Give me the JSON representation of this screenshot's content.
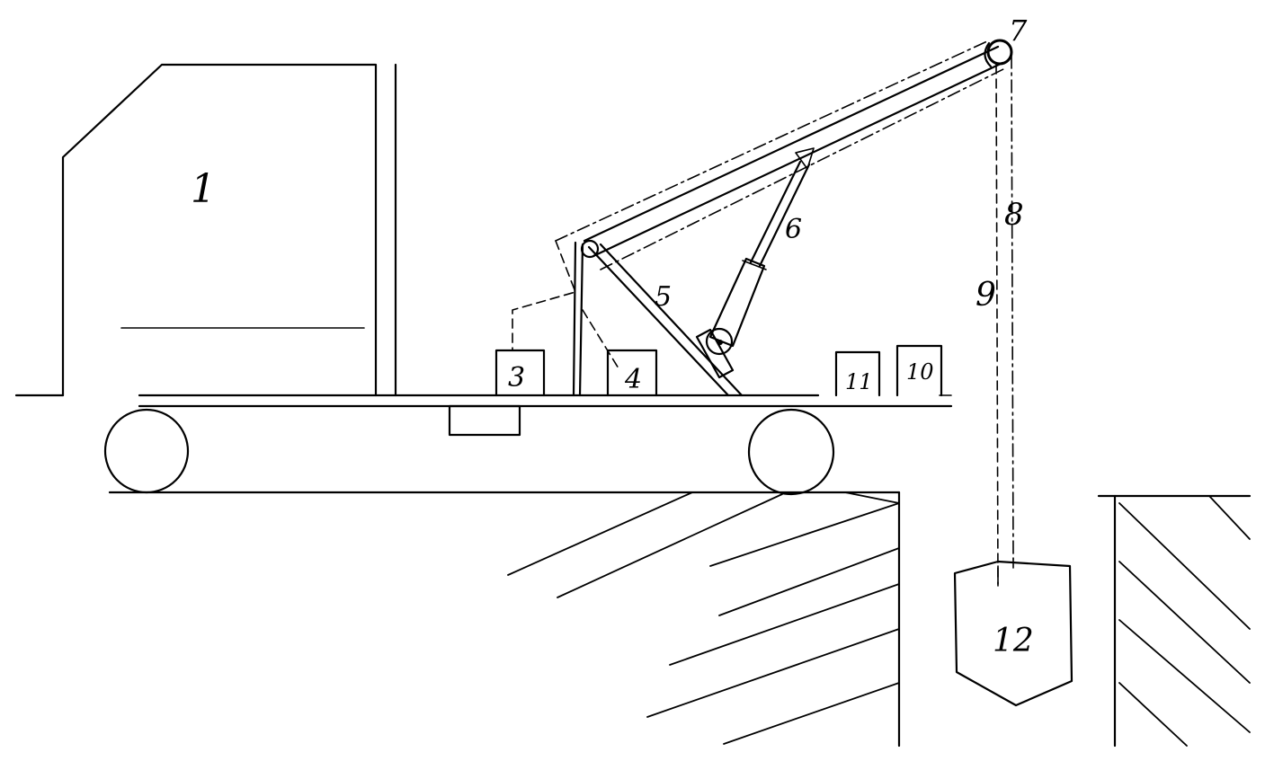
{
  "labels": {
    "truck": "1",
    "box_left": "3",
    "box_mid": "4",
    "brace": "5",
    "cylinder": "6",
    "pulley": "7",
    "line_right": "8",
    "line_left": "9",
    "box_far_right": "10",
    "box_right": "11",
    "load": "12"
  },
  "colors": {
    "ink": "#000000",
    "paper": "#ffffff"
  }
}
